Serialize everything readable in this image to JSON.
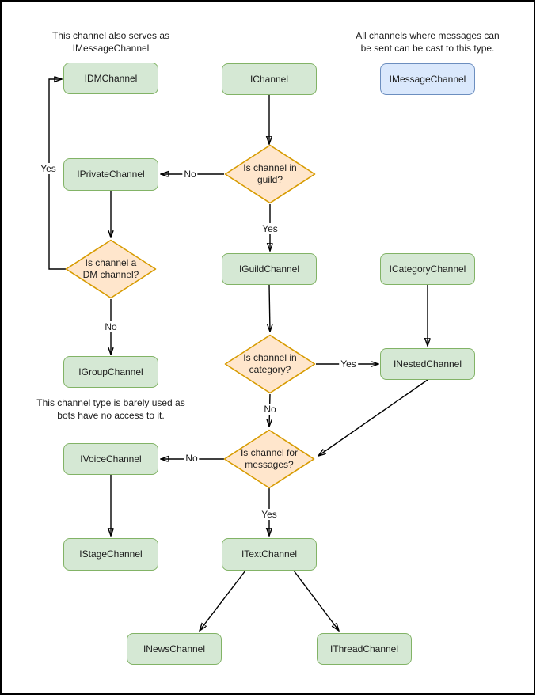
{
  "diagram": {
    "kind": "flowchart",
    "topic": "Channel interface hierarchy"
  },
  "notes": {
    "dm_note": "This channel also serves as\nIMessageChannel",
    "message_note": "All channels where messages can\nbe sent can be cast to this type.",
    "group_note": "This channel type is barely used as\nbots have no access to it."
  },
  "nodes": {
    "dm": {
      "label": "IDMChannel"
    },
    "channel": {
      "label": "IChannel"
    },
    "message": {
      "label": "IMessageChannel"
    },
    "private": {
      "label": "IPrivateChannel"
    },
    "guild_q": {
      "label": "Is channel in\nguild?"
    },
    "dm_q": {
      "label": "Is channel a\nDM channel?"
    },
    "guild": {
      "label": "IGuildChannel"
    },
    "category": {
      "label": "ICategoryChannel"
    },
    "category_q": {
      "label": "Is channel in\ncategory?"
    },
    "nested": {
      "label": "INestedChannel"
    },
    "group": {
      "label": "IGroupChannel"
    },
    "voice": {
      "label": "IVoiceChannel"
    },
    "messages_q": {
      "label": "Is channel for\nmessages?"
    },
    "stage": {
      "label": "IStageChannel"
    },
    "text": {
      "label": "ITextChannel"
    },
    "news": {
      "label": "INewsChannel"
    },
    "thread": {
      "label": "IThreadChannel"
    }
  },
  "edge_labels": {
    "guild_no": "No",
    "guild_yes": "Yes",
    "dm_yes": "Yes",
    "dm_no": "No",
    "category_yes": "Yes",
    "category_no": "No",
    "messages_no": "No",
    "messages_yes": "Yes"
  },
  "colors": {
    "box_fill": "#d5e8d4",
    "box_border": "#82b366",
    "decision_fill": "#ffe6cc",
    "decision_border": "#d79b00",
    "highlight_fill": "#dae8fc",
    "highlight_border": "#6c8ebf",
    "arrow": "#000000",
    "background": "#ffffff",
    "frame": "#000000"
  }
}
